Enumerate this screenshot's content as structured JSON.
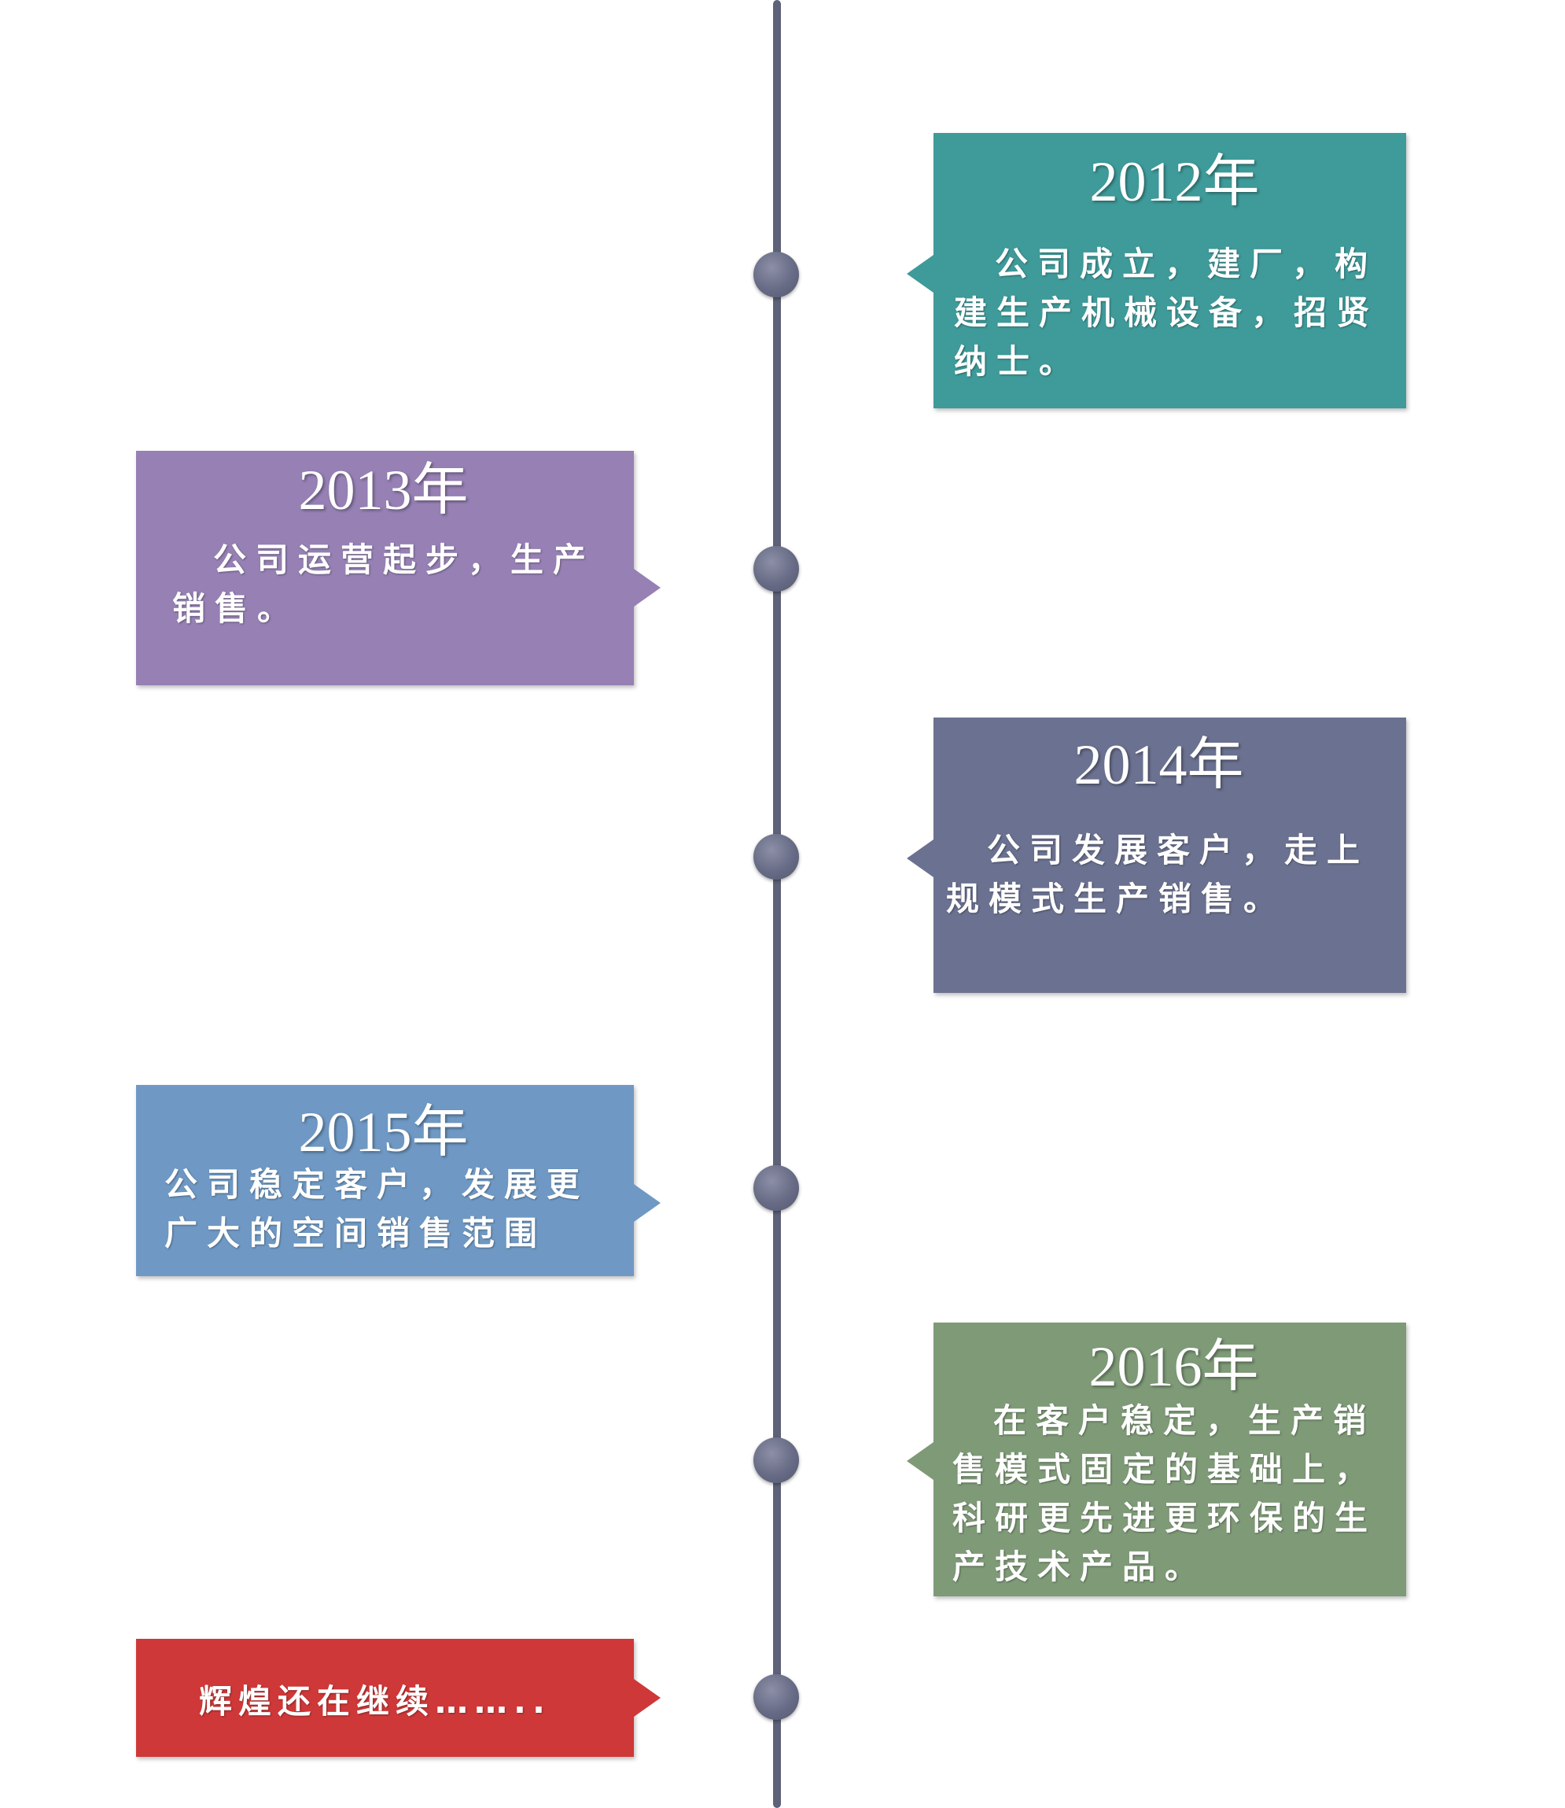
{
  "milestones": [
    {
      "year": "2012年",
      "text": "公司成立，建厂，构建生产机械设备，招贤纳士。",
      "color": "#3f9a9a",
      "side": "right"
    },
    {
      "year": "2013年",
      "text": "公司运营起步，生产销售。",
      "color": "#9680b4",
      "side": "left"
    },
    {
      "year": "2014年",
      "text": "公司发展客户，走上规模式生产销售。",
      "color": "#6b7190",
      "side": "right"
    },
    {
      "year": "2015年",
      "text": "公司稳定客户，发展更广大的空间销售范围",
      "color": "#6f99c4",
      "side": "left"
    },
    {
      "year": "2016年",
      "text": "在客户稳定，生产销售模式固定的基础上，科研更先进更环保的生产技术产品。",
      "color": "#7e9a77",
      "side": "right"
    }
  ],
  "final": {
    "text": "辉煌还在继续……..",
    "color": "#cf3838"
  },
  "colors": {
    "axis": "#5e6278",
    "node": "#676b85"
  }
}
